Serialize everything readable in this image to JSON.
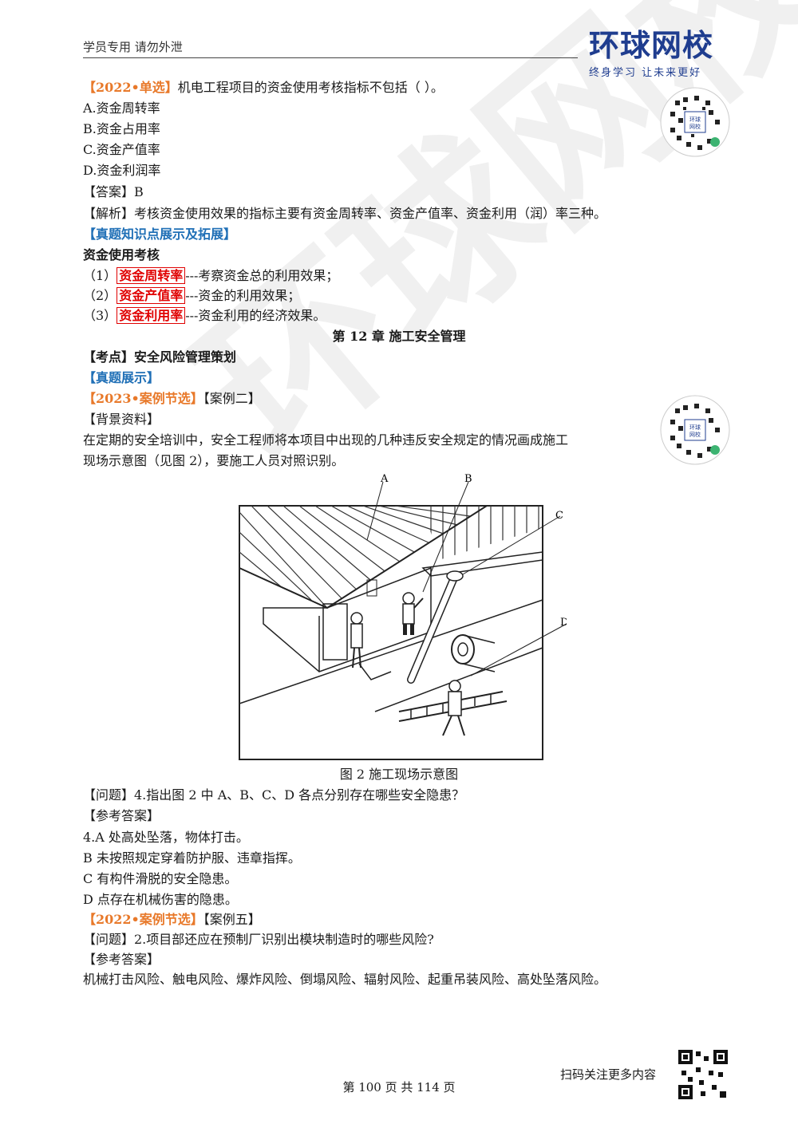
{
  "header": {
    "note": "学员专用 请勿外泄",
    "logo_text": "环球网校",
    "logo_slogan": "终身学习 让未来更好"
  },
  "q1": {
    "tag": "【2022•单选】",
    "stem": "机电工程项目的资金使用考核指标不包括（ ）。",
    "options": [
      "A.资金周转率",
      "B.资金占用率",
      "C.资金产值率",
      "D.资金利润率"
    ],
    "answer": "【答案】B",
    "analysis": "【解析】考核资金使用效果的指标主要有资金周转率、资金产值率、资金利用（润）率三种。"
  },
  "knowledge": {
    "heading": "【真题知识点展示及拓展】",
    "title": "资金使用考核",
    "items": [
      {
        "num": "（1）",
        "term": "资金周转率",
        "desc": "---考察资金总的利用效果；"
      },
      {
        "num": "（2）",
        "term": "资金产值率",
        "desc": "---资金的利用效果；"
      },
      {
        "num": "（3）",
        "term": "资金利用率",
        "desc": "---资金利用的经济效果。"
      }
    ]
  },
  "chapter": {
    "title": "第 12 章 施工安全管理",
    "point": "【考点】安全风险管理策划",
    "section": "【真题展示】"
  },
  "case1": {
    "tag": "【2023•案例节选】",
    "case_label": "【案例二】",
    "bg_label": "【背景资料】",
    "bg_text_1": "在定期的安全培训中，安全工程师将本项目中出现的几种违反安全规定的情况画成施工",
    "bg_text_2": "现场示意图（见图 2），要施工人员对照识别。",
    "figure_labels": [
      "A",
      "B",
      "C",
      "D"
    ],
    "figure_caption": "图 2 施工现场示意图",
    "question": "【问题】4.指出图 2 中 A、B、C、D 各点分别存在哪些安全隐患？",
    "ref_label": "【参考答案】",
    "answers": [
      "4.A 处高处坠落，物体打击。",
      "B 未按照规定穿着防护服、违章指挥。",
      "C 有构件滑脱的安全隐患。",
      "D 点存在机械伤害的隐患。"
    ]
  },
  "case2": {
    "tag": "【2022•案例节选】",
    "case_label": "【案例五】",
    "question": "【问题】2.项目部还应在预制厂识别出模块制造时的哪些风险?",
    "ref_label": "【参考答案】",
    "answer": "机械打击风险、触电风险、爆炸风险、倒塌风险、辐射风险、起重吊装风险、高处坠落风险。"
  },
  "watermark": "环球网校",
  "footer": {
    "page": "第 100 页 共 114 页",
    "qr_text": "扫码关注更多内容"
  },
  "colors": {
    "orange": "#e8792a",
    "blue": "#1f6fb6",
    "red": "#e00000",
    "brand": "#1f3d8f"
  }
}
